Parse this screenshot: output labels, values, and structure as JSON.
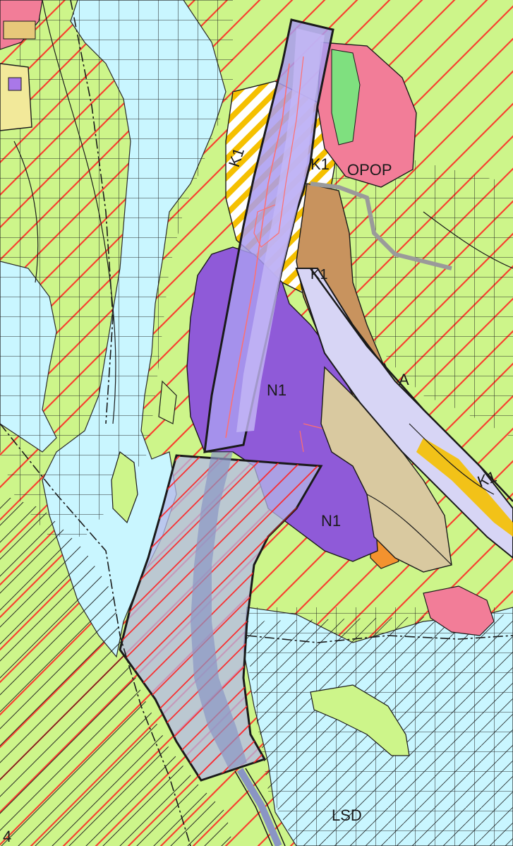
{
  "map": {
    "colors": {
      "agriculture": "#cdf58a",
      "water": "#c9f6ff",
      "residential": "#f2e99a",
      "public": "#f27d98",
      "green_strip": "#7fe07f",
      "brown_zone": "#c8935e",
      "beige_zone": "#d9c9a0",
      "purple_zone": "#8f5ad8",
      "light_purple": "#a99bf0",
      "orange_zone": "#f3922f",
      "corridor_outline": "#1a1a1a",
      "red_hatch": "#ff2020",
      "black_hatch": "#1a1a1a",
      "pink_line": "#ff6f6f",
      "yellow_stripe": "#f5c000"
    },
    "labels": [
      {
        "text": "K1",
        "name": "label-k1-upper-left"
      },
      {
        "text": "K1",
        "name": "label-k1-upper-right"
      },
      {
        "text": "OPOP",
        "name": "label-opop"
      },
      {
        "text": "K1",
        "name": "label-k1-small"
      },
      {
        "text": "N1",
        "name": "label-n1-middle"
      },
      {
        "text": "N1",
        "name": "label-n1-lower"
      },
      {
        "text": "A",
        "name": "label-a"
      },
      {
        "text": "K1",
        "name": "label-k1-right"
      },
      {
        "text": "LSD",
        "name": "label-lsd"
      },
      {
        "text": "4",
        "name": "label-4"
      }
    ]
  }
}
